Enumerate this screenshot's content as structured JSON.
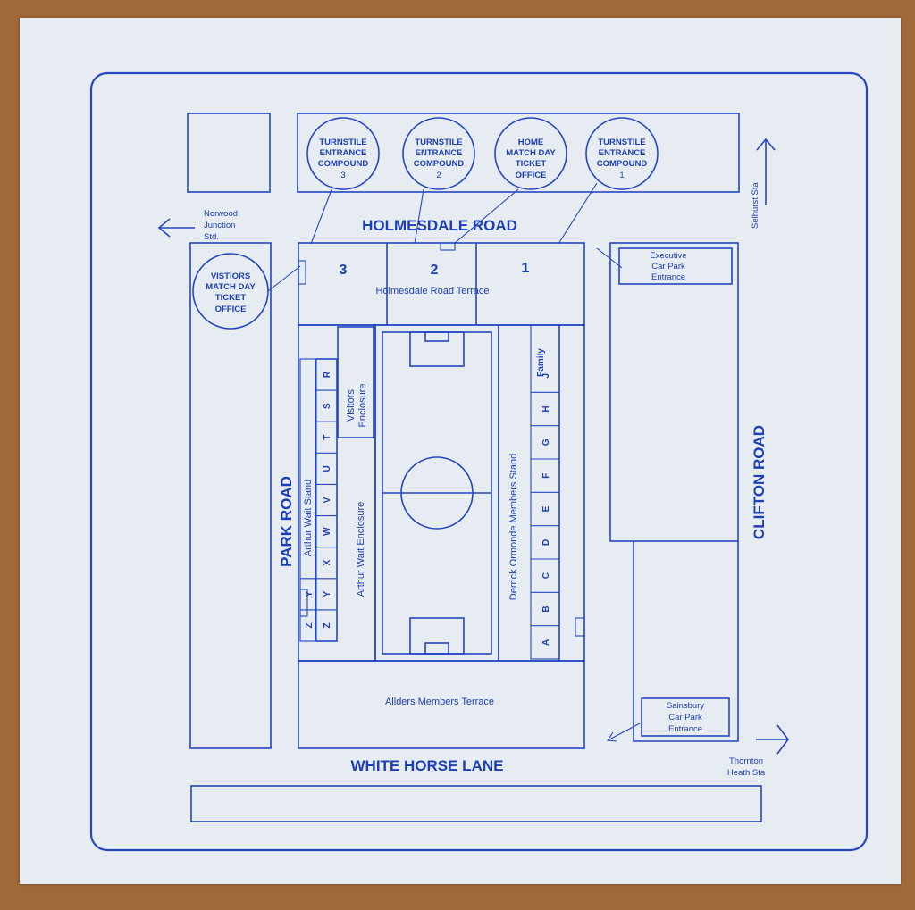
{
  "roads": {
    "north": "HOLMESDALE ROAD",
    "west": "PARK ROAD",
    "south": "WHITE HORSE LANE",
    "east": "CLIFTON ROAD"
  },
  "stations": {
    "norwood": [
      "Norwood",
      "Junction",
      "Std."
    ],
    "selhurst": "Selhurst Sta",
    "thornton": [
      "Thornton",
      "Heath Sta"
    ]
  },
  "turnstiles": {
    "t3": [
      "TURNSTILE",
      "ENTRANCE",
      "COMPOUND",
      "3"
    ],
    "t2": [
      "TURNSTILE",
      "ENTRANCE",
      "COMPOUND",
      "2"
    ],
    "home": [
      "HOME",
      "MATCH DAY",
      "TICKET",
      "OFFICE"
    ],
    "t1": [
      "TURNSTILE",
      "ENTRANCE",
      "COMPOUND",
      "1"
    ],
    "visitors": [
      "VISTIORS",
      "MATCH DAY",
      "TICKET",
      "OFFICE"
    ]
  },
  "terrace": {
    "sections": [
      "3",
      "2",
      "1"
    ],
    "label": "Holmesdale Road Terrace"
  },
  "car_parks": {
    "executive": [
      "Executive",
      "Car Park",
      "Entrance"
    ],
    "sainsbury": [
      "Sainsbury",
      "Car Park",
      "Entrance"
    ]
  },
  "stands": {
    "visitors_enclosure": [
      "Visitors",
      "Enclosure"
    ],
    "arthur_wait_stand": "Arthur Wait Stand",
    "arthur_wait_enclosure": "Arthur Wait Enclosure",
    "derrick_ormonde": "Derrick Ormonde Members Stand",
    "family": "Family",
    "alliders": "Allders Members Terrace"
  },
  "blocks": {
    "west": [
      "R",
      "S",
      "T",
      "U",
      "V",
      "W",
      "X",
      "Y",
      "Z"
    ],
    "west_inner": [
      "Y",
      "Z"
    ],
    "east": [
      "J",
      "H",
      "G",
      "F",
      "E",
      "D",
      "C",
      "B",
      "A"
    ]
  },
  "colors": {
    "ink": "#1d3fb5",
    "paper": "#e6ecf2",
    "wood": "#a0693a"
  }
}
